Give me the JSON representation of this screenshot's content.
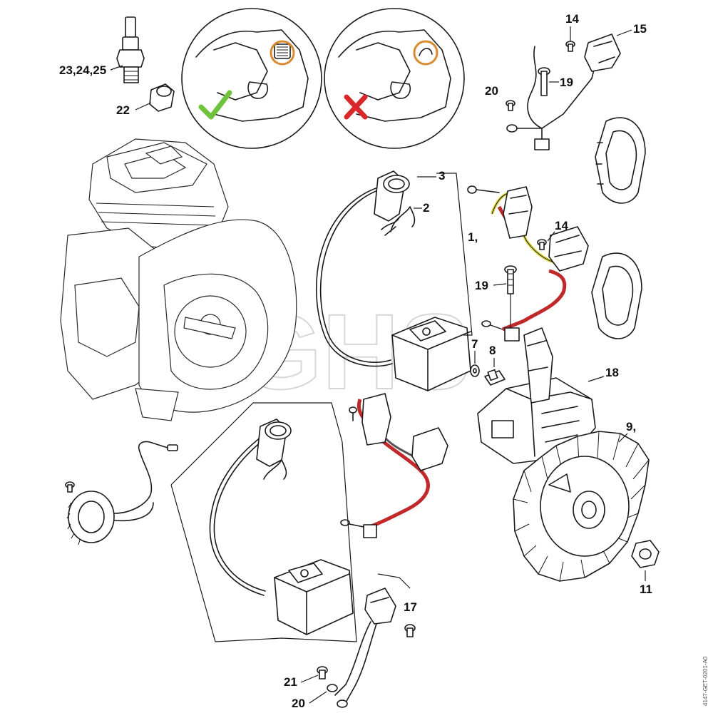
{
  "watermark": "GHS",
  "drawing_code": "4147-GET-0201-A0",
  "colors": {
    "wire_red": "#c0282a",
    "wire_yellow": "#d8d23a",
    "check_green": "#6ec23c",
    "cross_red": "#d9282a",
    "highlight_orange": "#d98a2f"
  },
  "insets": [
    {
      "label": "correct",
      "icon": "check-icon"
    },
    {
      "label": "incorrect",
      "icon": "cross-icon"
    }
  ],
  "callouts": {
    "c23": "23,24,25",
    "c22": "22",
    "c14a": "14",
    "c15": "15",
    "c19a": "19",
    "c20a": "20",
    "c3": "3",
    "c2": "2",
    "c1": "1,",
    "c14b": "14",
    "c19b": "19",
    "c7": "7",
    "c8": "8",
    "c18": "18",
    "c9": "9,",
    "c11": "11",
    "c17": "17",
    "c21": "21",
    "c20b": "20"
  }
}
